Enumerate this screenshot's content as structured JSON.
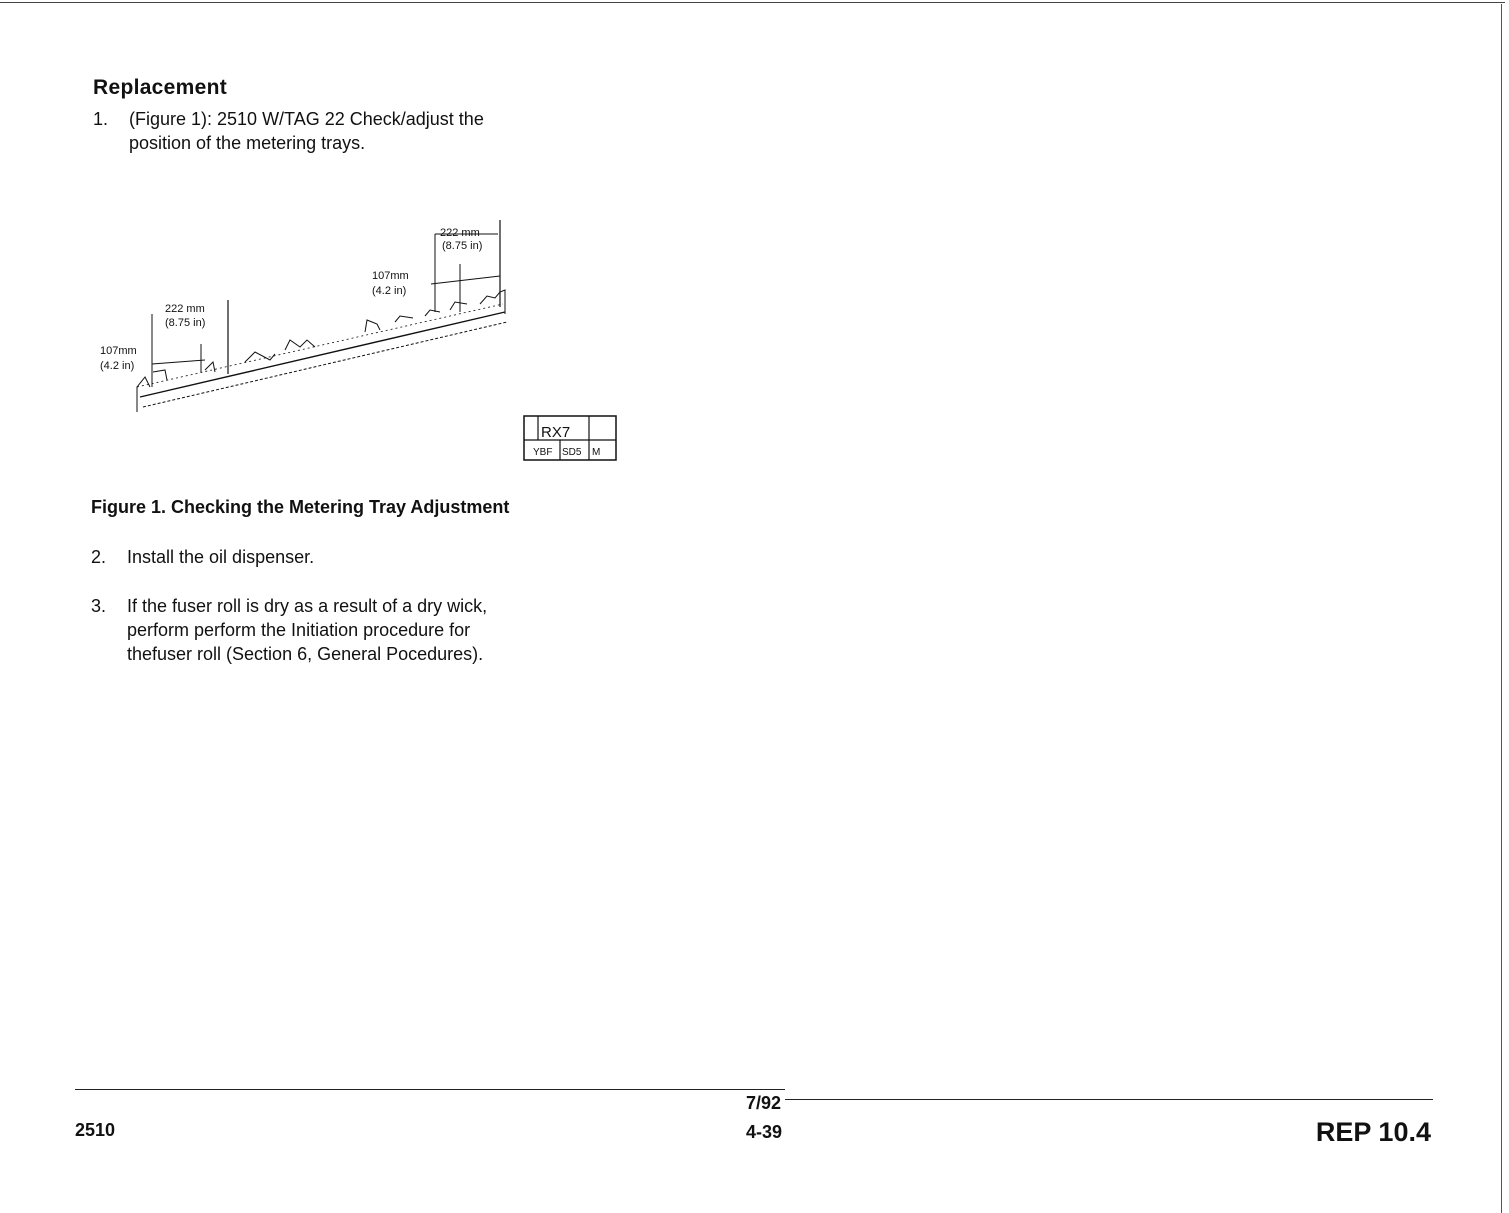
{
  "section": {
    "heading": "Replacement"
  },
  "steps": [
    {
      "number": "1.",
      "lines": [
        "(Figure 1): 2510 W/TAG 22 Check/adjust the",
        "position of the metering trays."
      ]
    },
    {
      "number": "2.",
      "lines": [
        "Install the oil dispenser."
      ]
    },
    {
      "number": "3.",
      "lines": [
        "If the fuser roll is dry as a result of a dry wick,",
        "perform perform the Initiation procedure for",
        "thefuser roll (Section 6, General Pocedures)."
      ]
    }
  ],
  "figure": {
    "caption": "Figure 1. Checking the Metering Tray Adjustment",
    "labels": {
      "right_width_mm": "222 mm",
      "right_width_in": "(8.75 in)",
      "right_height_mm": "107mm",
      "right_height_in": "(4.2 in)",
      "left_width_mm": "222 mm",
      "left_width_in": "(8.75 in)",
      "left_height_mm": "107mm",
      "left_height_in": "(4.2 in)"
    },
    "tag": {
      "top": "RX7",
      "cells": [
        "YBF",
        "SD5",
        "M"
      ]
    }
  },
  "footer": {
    "model": "2510",
    "date": "7/92",
    "page": "4-39",
    "section_ref": "REP 10.4"
  }
}
